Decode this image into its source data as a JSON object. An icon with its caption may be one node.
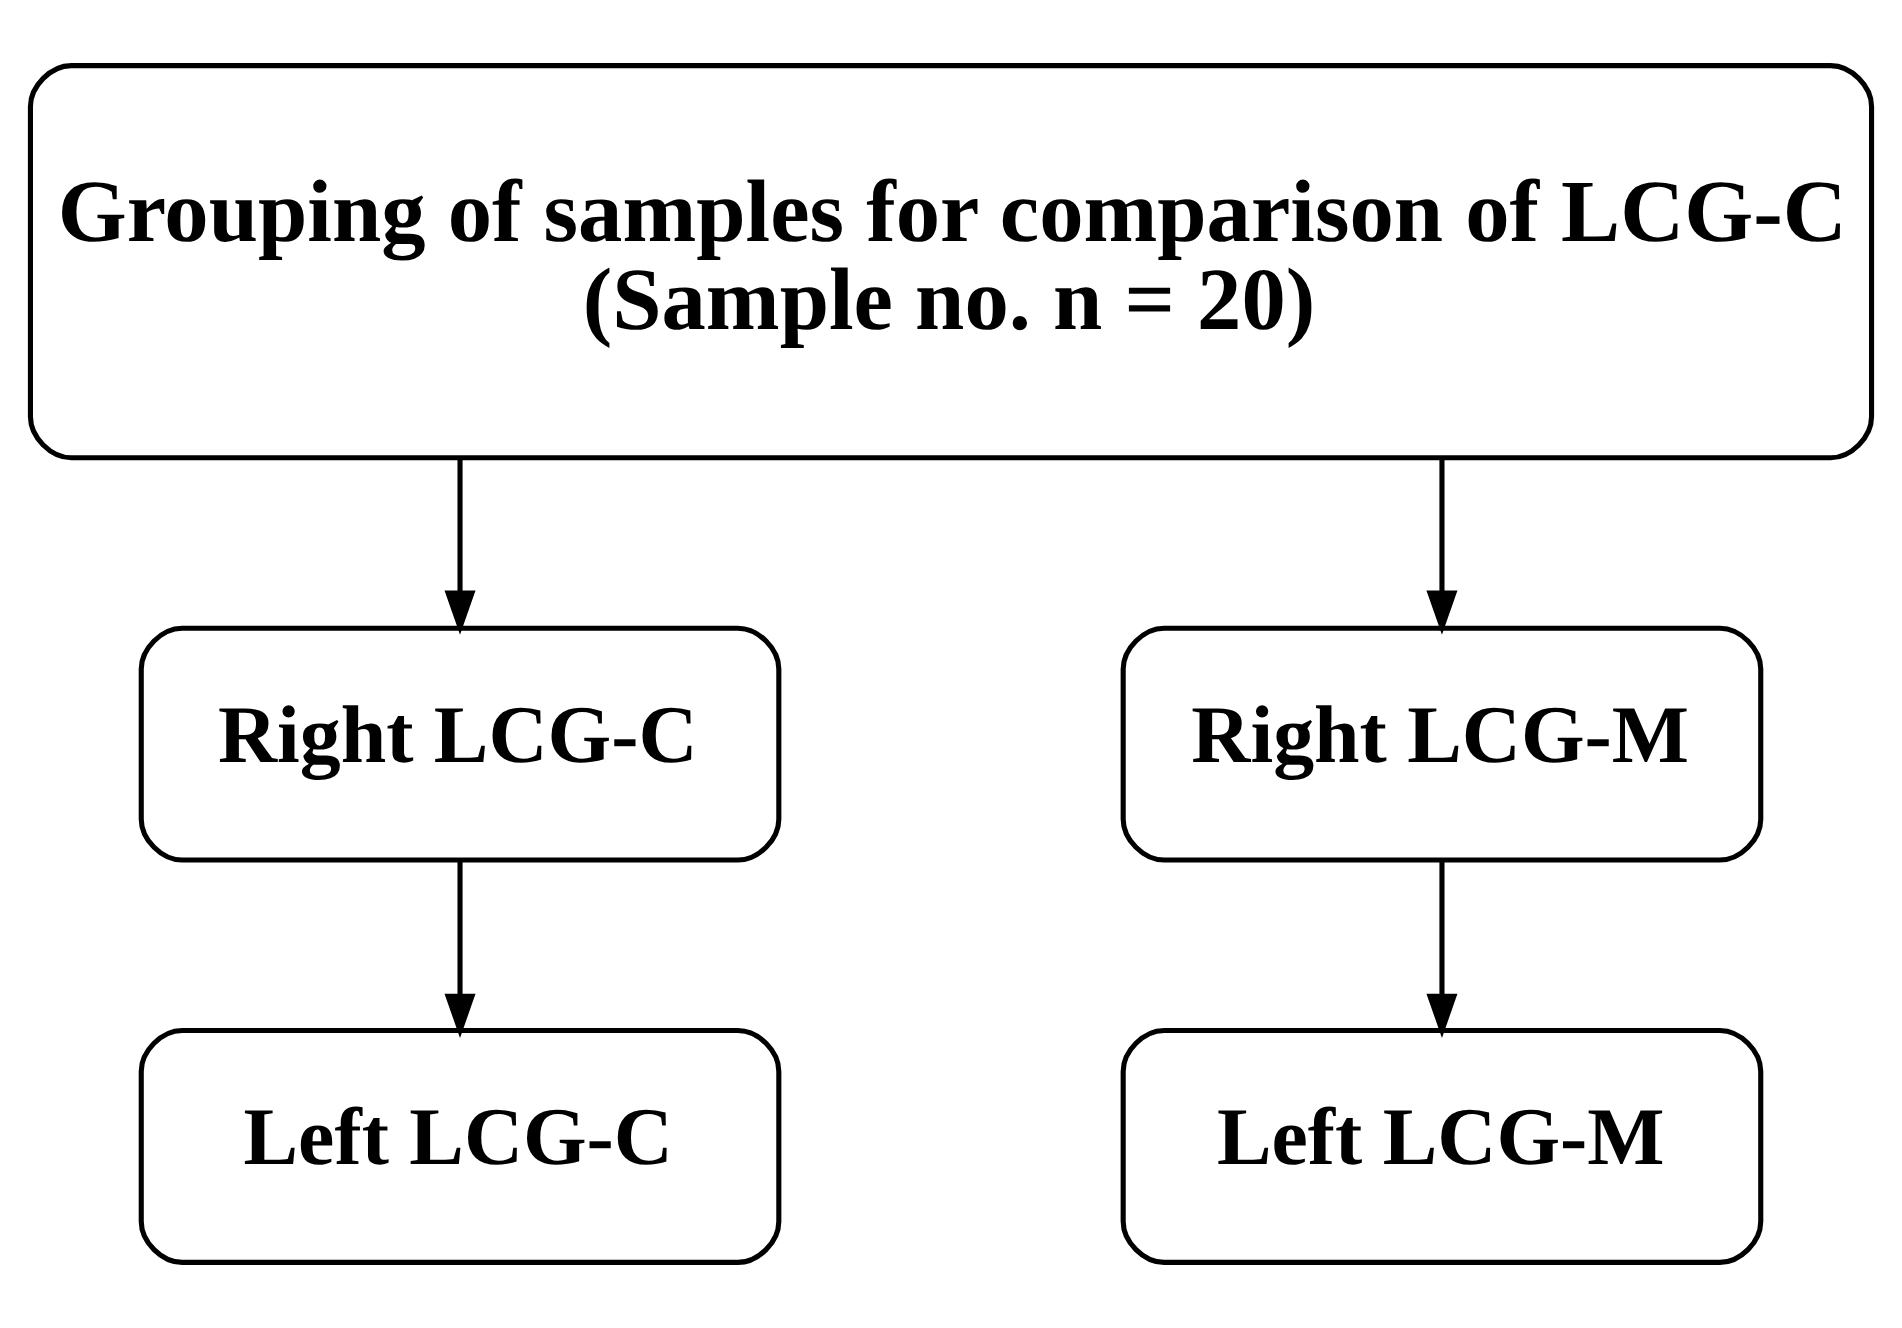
{
  "diagram": {
    "nodes": [
      {
        "text": [
          "Grouping of samples for comparison of LCG-C (Sample no. n = 20)"
        ]
      },
      {
        "text": [
          "Right LCG-C"
        ]
      },
      {
        "text": [
          "Right LCG-M"
        ]
      },
      {
        "text": [
          "Left LCG-C"
        ]
      },
      {
        "text": [
          "Left LCG-M"
        ]
      }
    ],
    "edges": [
      {
        "from": 0,
        "to": 1,
        "arrow": "to"
      },
      {
        "from": 0,
        "to": 2,
        "arrow": "to"
      },
      {
        "from": 1,
        "to": 3,
        "arrow": "to"
      },
      {
        "from": 2,
        "to": 4,
        "arrow": "to"
      }
    ]
  }
}
